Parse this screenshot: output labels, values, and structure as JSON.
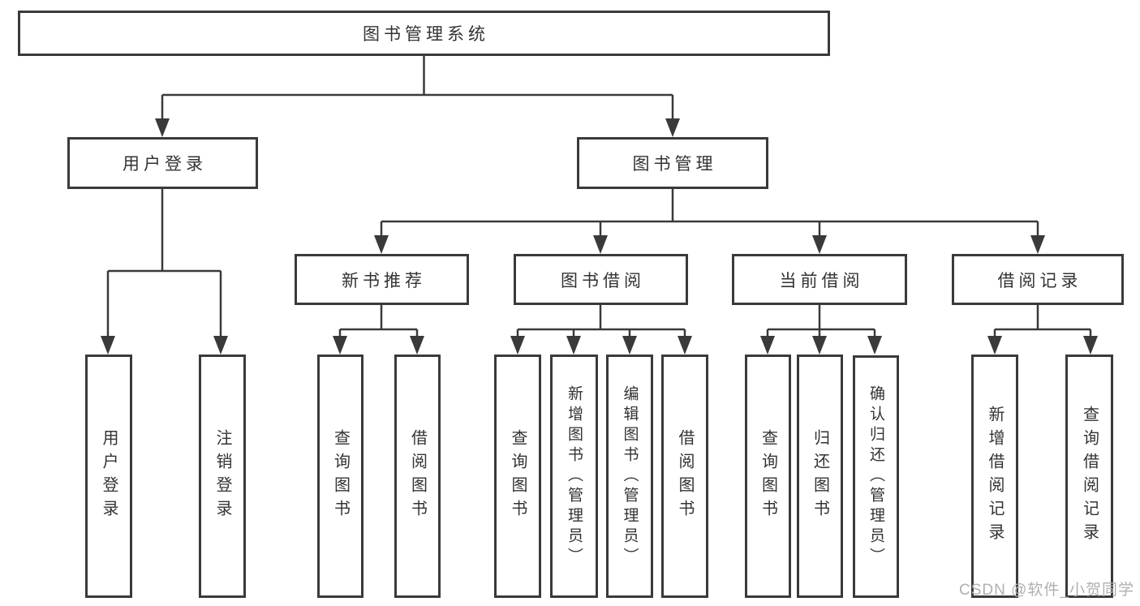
{
  "colors": {
    "line": "#3a3a3a",
    "text": "#333333",
    "watermark": "#b0b0b0",
    "background": "#ffffff"
  },
  "root": {
    "label": "图书管理系统"
  },
  "branches": {
    "user_login": {
      "label": "用户登录",
      "children": [
        {
          "label": "用户登录"
        },
        {
          "label": "注销登录"
        }
      ]
    },
    "book_management": {
      "label": "图书管理",
      "groups": [
        {
          "label": "新书推荐",
          "children": [
            {
              "label": "查询图书"
            },
            {
              "label": "借阅图书"
            }
          ]
        },
        {
          "label": "图书借阅",
          "children": [
            {
              "label": "查询图书"
            },
            {
              "label": "新增图书（管理员）"
            },
            {
              "label": "编辑图书（管理员）"
            },
            {
              "label": "借阅图书"
            }
          ]
        },
        {
          "label": "当前借阅",
          "children": [
            {
              "label": "查询图书"
            },
            {
              "label": "归还图书"
            },
            {
              "label": "确认归还（管理员）"
            }
          ]
        },
        {
          "label": "借阅记录",
          "children": [
            {
              "label": "新增借阅记录"
            },
            {
              "label": "查询借阅记录"
            }
          ]
        }
      ]
    }
  },
  "watermark": "CSDN @软件_小贺同学"
}
